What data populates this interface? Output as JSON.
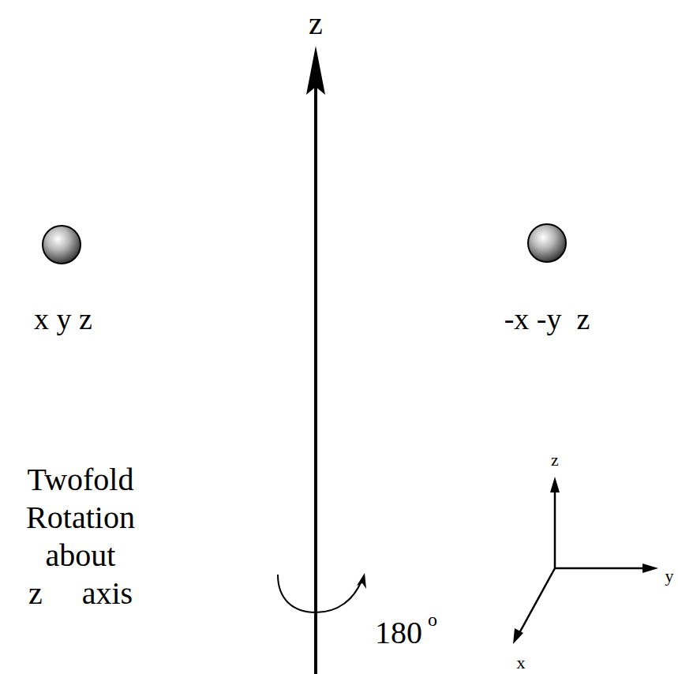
{
  "diagram": {
    "labels": [
      "z",
      "x y z",
      "-x -y  z",
      "Twofold Rotation about z axis",
      "180",
      "o",
      "z",
      "y",
      "x"
    ]
  }
}
